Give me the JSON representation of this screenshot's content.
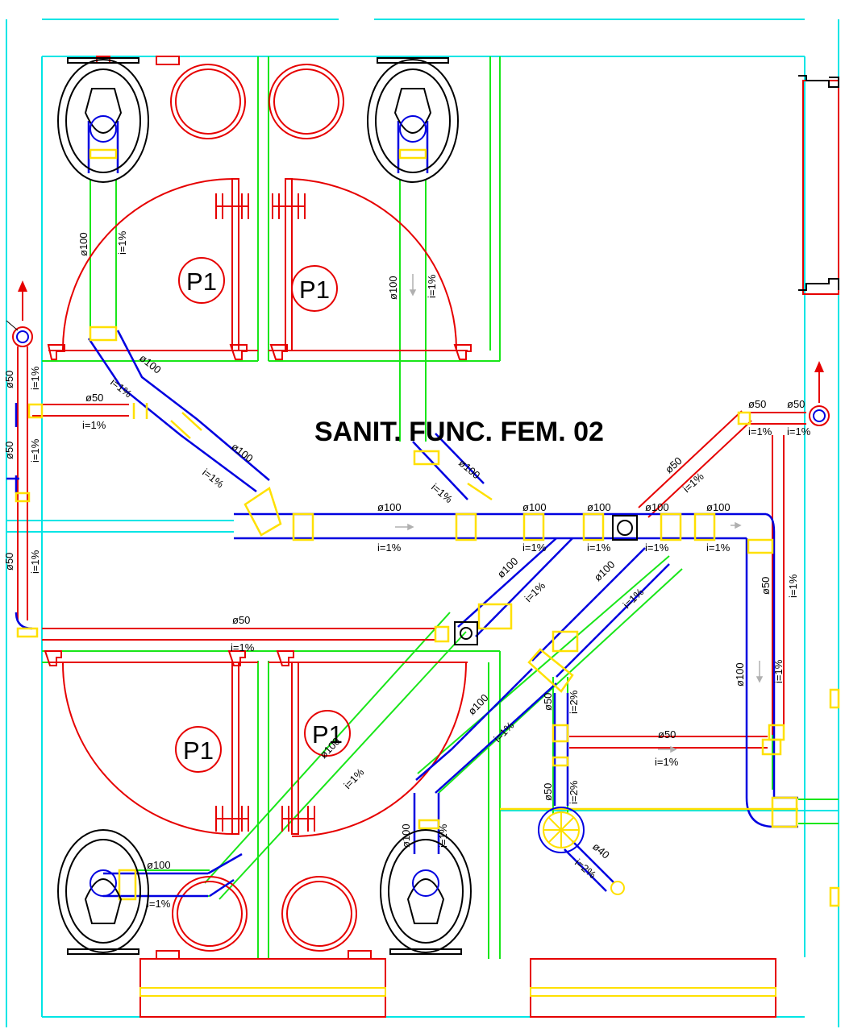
{
  "title": "SANIT. FUNC. FEM. 02",
  "colors": {
    "wall": "#00e5e5",
    "partition": "#19e619",
    "red": "#e60000",
    "pipe": "#0000e0",
    "fitting": "#ffe000",
    "black": "#000000"
  },
  "door_tag": "P1",
  "labels": {
    "d100": "ø100",
    "d50": "ø50",
    "d40": "ø40",
    "i1": "i=1%",
    "i2": "i=2%"
  },
  "icons": [
    "toilet-icon",
    "floor-drain-icon",
    "inspection-box-icon",
    "vent-arrow-icon"
  ]
}
